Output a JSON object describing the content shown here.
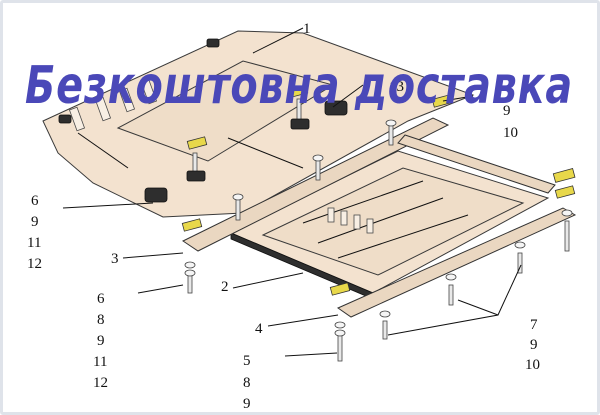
{
  "banner": {
    "text": "Безкоштовна доставка",
    "color": "#4a48b8"
  },
  "callouts": {
    "c1": "1",
    "c13": "13",
    "c9a": "9",
    "c10a": "10",
    "c6a": "6",
    "c9b": "9",
    "c11a": "11",
    "c12a": "12",
    "c3": "3",
    "c2": "2",
    "c6b": "6",
    "c8a": "8",
    "c9c": "9",
    "c11b": "11",
    "c12b": "12",
    "c4": "4",
    "c5": "5",
    "c8b": "8",
    "c9d": "9",
    "c7": "7",
    "c9e": "9",
    "c10b": "10"
  },
  "colors": {
    "plate": "#f3e2cf",
    "tab": "#e8d84a",
    "hardware": "#2e2e2e"
  }
}
